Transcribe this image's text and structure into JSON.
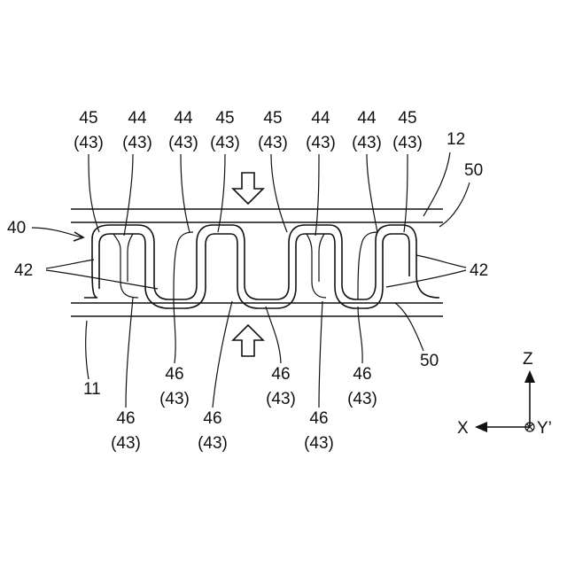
{
  "labels": {
    "top": [
      {
        "num": "45",
        "paren": "(43)"
      },
      {
        "num": "44",
        "paren": "(43)"
      },
      {
        "num": "44",
        "paren": "(43)"
      },
      {
        "num": "45",
        "paren": "(43)"
      },
      {
        "num": "45",
        "paren": "(43)"
      },
      {
        "num": "44",
        "paren": "(43)"
      },
      {
        "num": "44",
        "paren": "(43)"
      },
      {
        "num": "45",
        "paren": "(43)"
      }
    ],
    "bottom": [
      {
        "num": "46",
        "paren": "(43)"
      },
      {
        "num": "46",
        "paren": "(43)"
      },
      {
        "num": "46",
        "paren": "(43)"
      },
      {
        "num": "46",
        "paren": "(43)"
      },
      {
        "num": "46",
        "paren": "(43)"
      },
      {
        "num": "46",
        "paren": "(43)"
      }
    ],
    "plate_top": "12",
    "plate_bottom": "11",
    "fin": "40",
    "side_left": "42",
    "side_right": "42",
    "gap_top": "50",
    "gap_bottom": "50"
  },
  "axes": {
    "z": "Z",
    "x": "X",
    "y": "Y’"
  }
}
